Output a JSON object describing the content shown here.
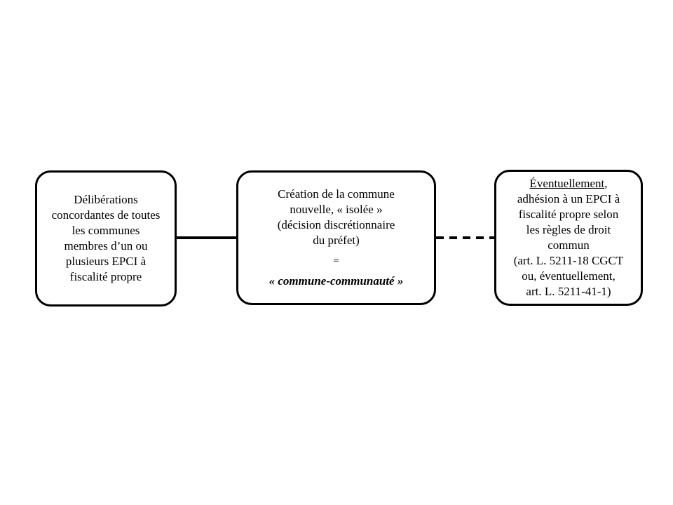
{
  "diagram": {
    "background": "#ffffff",
    "stroke_color": "#000000",
    "nodes": {
      "left": {
        "text": "Délibérations\nconcordantes de toutes\nles communes\nmembres d’un ou\nplusieurs EPCI à\nfiscalité propre"
      },
      "middle": {
        "main": "Création de la commune\nnouvelle, « isolée »\n(décision discrétionnaire\ndu préfet)",
        "equals": "=",
        "emphasis": "« commune-communauté »"
      },
      "right": {
        "underlined": "Éventuellement",
        "suffix": ",",
        "rest": "adhésion à un EPCI à\nfiscalité propre selon\nles règles de droit\ncommun\n(art. L. 5211-18 CGCT\nou, éventuellement,\nart. L. 5211-41-1)"
      }
    },
    "connectors": {
      "left_middle": {
        "style": "solid"
      },
      "middle_right": {
        "style": "dashed"
      }
    }
  }
}
